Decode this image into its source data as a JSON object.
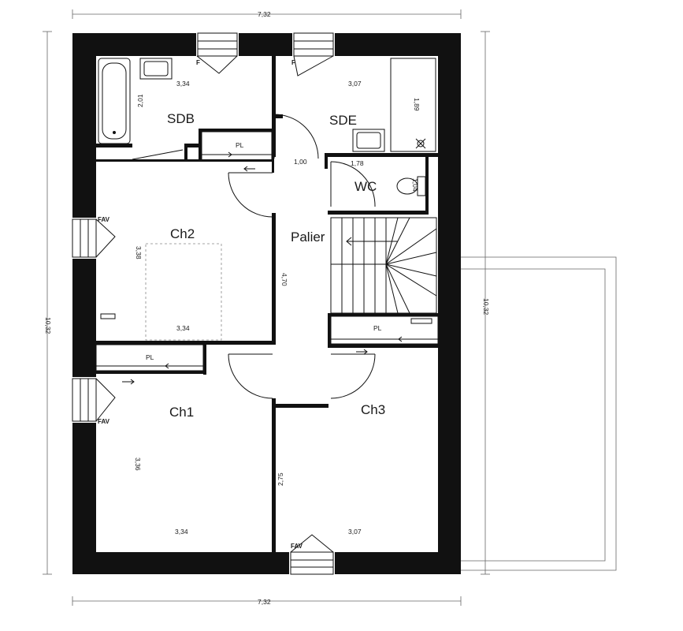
{
  "rooms": {
    "sdb": "SDB",
    "sde": "SDE",
    "wc": "WC",
    "ch2": "Ch2",
    "palier": "Palier",
    "ch1": "Ch1",
    "ch3": "Ch3"
  },
  "dimensions": {
    "width_top": "7,32",
    "width_bottom": "7,32",
    "height_left": "10,32",
    "height_right": "10,32",
    "sdb_width": "3,34",
    "sdb_height": "2,01",
    "sde_width": "3,07",
    "sde_height": "1,89",
    "passage_width": "1,00",
    "wc_width": "1,78",
    "wc_height": "1,04",
    "ch2_height": "3,38",
    "ch2_width": "3,34",
    "palier_height": "4,70",
    "ch1_height": "3,36",
    "ch1_width": "3,34",
    "ch3_height": "2,75",
    "ch3_width": "3,07"
  },
  "labels": {
    "placard": "PL",
    "window_f": "F",
    "window_fav": "FAV"
  }
}
